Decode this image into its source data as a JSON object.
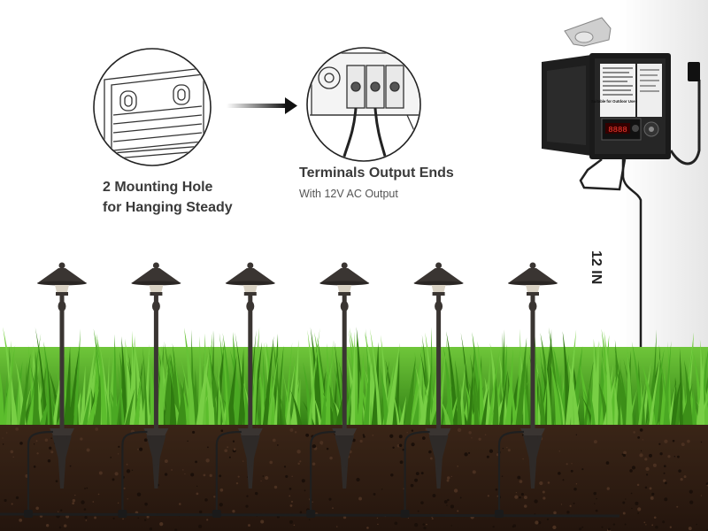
{
  "callouts": {
    "mounting": {
      "line1": "2 Mounting Hole",
      "line2": "for Hanging Steady"
    },
    "terminals": {
      "title": "Terminals Output Ends",
      "subtitle": "With 12V AC Output"
    }
  },
  "distance_label": "12 IN",
  "transformer": {
    "panel_heading": "Suitable for Outdoor Use Only",
    "timer_display": "8888"
  },
  "lights": {
    "count": 6
  },
  "colors": {
    "soil": "#2c1b12",
    "grass": "#3f9a1c",
    "fixture": "#3a3532",
    "cable": "#222222",
    "label_text": "#3a3a3a"
  },
  "icons": [
    "arrow-right-icon"
  ]
}
